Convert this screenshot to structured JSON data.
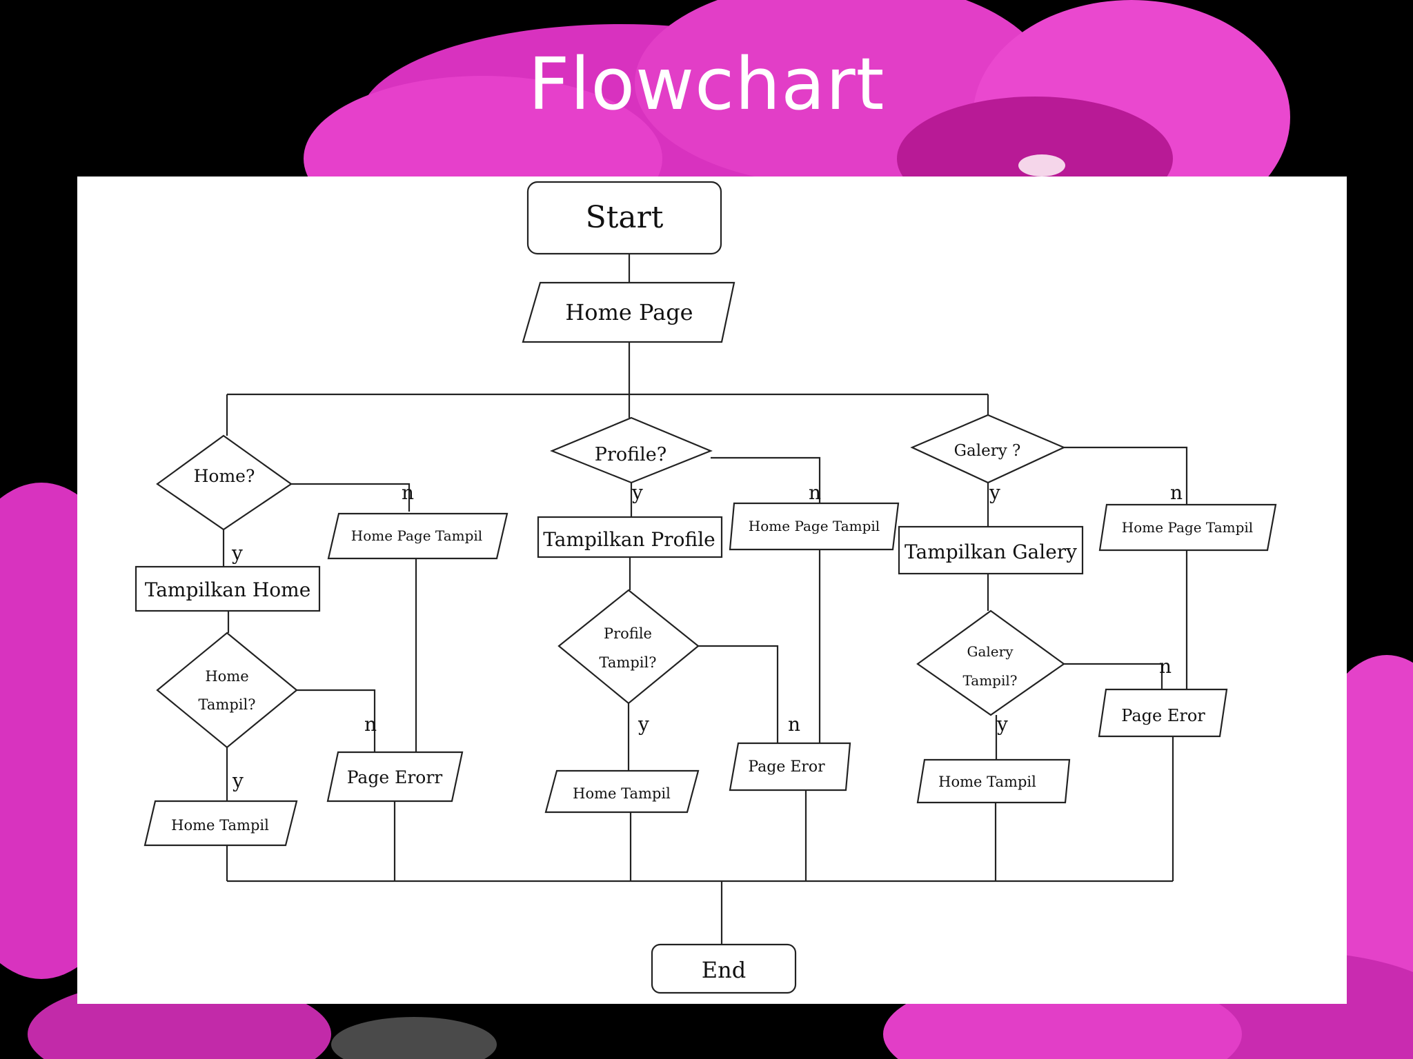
{
  "slide": {
    "title": "Flowchart"
  },
  "colors": {
    "background": "#000000",
    "flower": "#e23ec7",
    "flower_dark": "#b2168f",
    "panel": "#ffffff",
    "stroke": "#222222"
  },
  "flowchart": {
    "start": "Start",
    "home_page": "Home Page",
    "end": "End",
    "home": {
      "decision": "Home?",
      "yes_label": "y",
      "no_label": "n",
      "no_output": "Home Page Tampil",
      "process": "Tampilkan Home",
      "check_line1": "Home",
      "check_line2": "Tampil?",
      "check_yes_label": "y",
      "check_no_label": "n",
      "yes_output": "Home Tampil",
      "error_output": "Page Erorr"
    },
    "profile": {
      "decision": "Profile?",
      "yes_label": "y",
      "no_label": "n",
      "no_output": "Home Page Tampil",
      "process": "Tampilkan Profile",
      "check_line1": "Profile",
      "check_line2": "Tampil?",
      "check_yes_label": "y",
      "check_no_label": "n",
      "yes_output": "Home Tampil",
      "error_output": "Page Eror"
    },
    "galery": {
      "decision": "Galery ?",
      "yes_label": "y",
      "no_label": "n",
      "no_output": "Home Page Tampil",
      "process": "Tampilkan Galery",
      "check_line1": "Galery",
      "check_line2": "Tampil?",
      "check_yes_label": "y",
      "check_no_label": "n",
      "yes_output": "Home Tampil",
      "error_output": "Page Eror"
    }
  }
}
